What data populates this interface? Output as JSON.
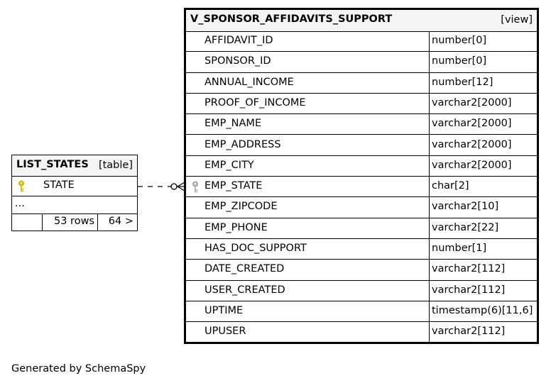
{
  "view": {
    "name": "V_SPONSOR_AFFIDAVITS_SUPPORT",
    "kind": "[view]",
    "columns": [
      {
        "name": "AFFIDAVIT_ID",
        "type": "number[0]",
        "key": false
      },
      {
        "name": "SPONSOR_ID",
        "type": "number[0]",
        "key": false
      },
      {
        "name": "ANNUAL_INCOME",
        "type": "number[12]",
        "key": false
      },
      {
        "name": "PROOF_OF_INCOME",
        "type": "varchar2[2000]",
        "key": false
      },
      {
        "name": "EMP_NAME",
        "type": "varchar2[2000]",
        "key": false
      },
      {
        "name": "EMP_ADDRESS",
        "type": "varchar2[2000]",
        "key": false
      },
      {
        "name": "EMP_CITY",
        "type": "varchar2[2000]",
        "key": false
      },
      {
        "name": "EMP_STATE",
        "type": "char[2]",
        "key": true
      },
      {
        "name": "EMP_ZIPCODE",
        "type": "varchar2[10]",
        "key": false
      },
      {
        "name": "EMP_PHONE",
        "type": "varchar2[22]",
        "key": false
      },
      {
        "name": "HAS_DOC_SUPPORT",
        "type": "number[1]",
        "key": false
      },
      {
        "name": "DATE_CREATED",
        "type": "varchar2[112]",
        "key": false
      },
      {
        "name": "USER_CREATED",
        "type": "varchar2[112]",
        "key": false
      },
      {
        "name": "UPTIME",
        "type": "timestamp(6)[11,6]",
        "key": false
      },
      {
        "name": "UPUSER",
        "type": "varchar2[112]",
        "key": false
      }
    ]
  },
  "list_states": {
    "name": "LIST_STATES",
    "kind": "[table]",
    "columns": [
      {
        "name": "STATE",
        "key": true
      }
    ],
    "ellipsis": "...",
    "rows_label": "53 rows",
    "children_label": "64 >"
  },
  "colors": {
    "header_bg": "#f4f4f4",
    "pk_key": "#d6c800",
    "fk_key": "#b8b8b8",
    "line": "#000000"
  },
  "icons": {
    "primary_key": "key-icon",
    "foreign_key": "key-icon"
  },
  "footer": "Generated by SchemaSpy"
}
